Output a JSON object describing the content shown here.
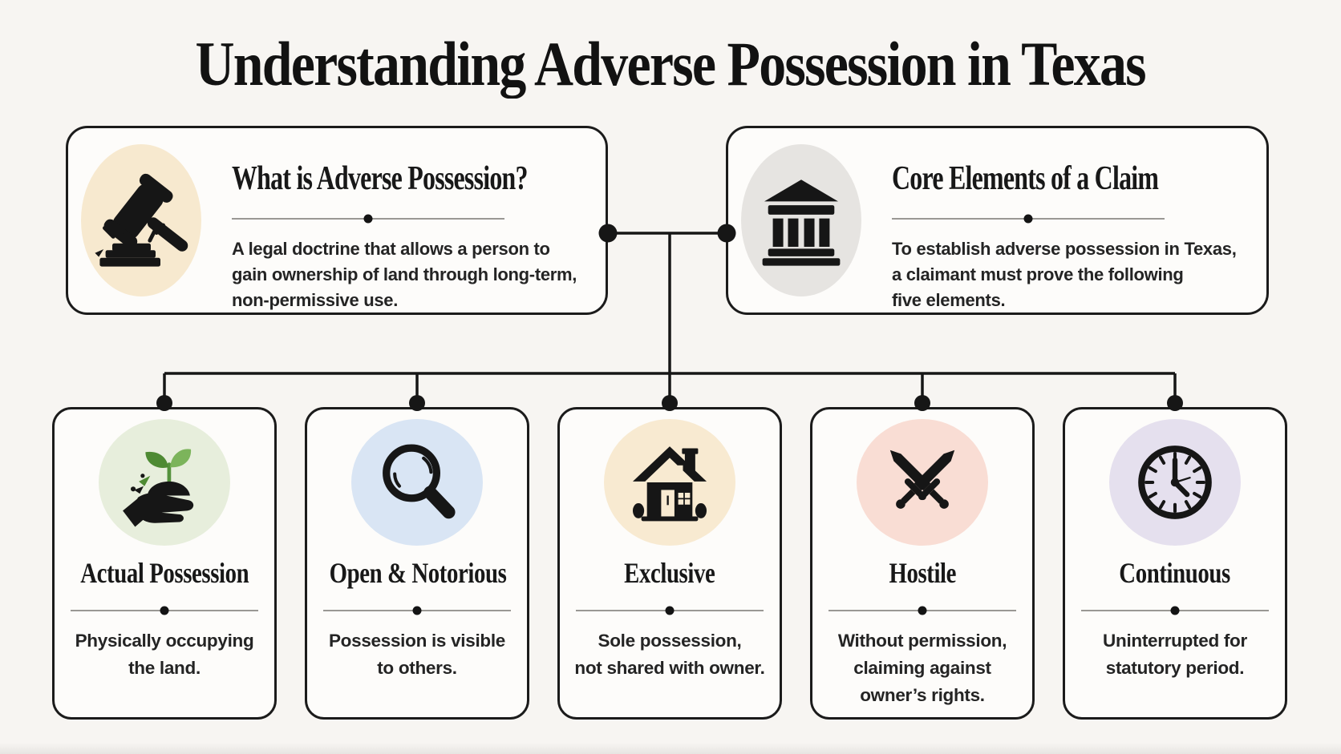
{
  "title": "Understanding Adverse Possession in Texas",
  "top_cards": [
    {
      "heading": "What is Adverse Possession?",
      "body_lines": [
        "A legal doctrine that allows a person to",
        "gain ownership of land through long-term,",
        "non-permissive use."
      ],
      "icon": "gavel-icon",
      "circle_color": "#f7e9cf"
    },
    {
      "heading": "Core Elements of a Claim",
      "body_lines": [
        "To establish adverse possession in Texas,",
        "a claimant must prove the following",
        "five elements."
      ],
      "icon": "courthouse-icon",
      "circle_color": "#e6e4e1"
    }
  ],
  "element_cards": [
    {
      "heading": "Actual Possession",
      "body_lines": [
        "Physically occupying",
        "the land."
      ],
      "icon": "hand-seedling-icon",
      "circle_color": "#e7eedc"
    },
    {
      "heading": "Open & Notorious",
      "body_lines": [
        "Possession is visible",
        "to others."
      ],
      "icon": "magnifying-glass-icon",
      "circle_color": "#d9e5f4"
    },
    {
      "heading": "Exclusive",
      "body_lines": [
        "Sole possession,",
        "not shared with owner."
      ],
      "icon": "house-icon",
      "circle_color": "#f8ead1"
    },
    {
      "heading": "Hostile",
      "body_lines": [
        "Without permission,",
        "claiming against",
        "owner’s rights."
      ],
      "icon": "crossed-swords-icon",
      "circle_color": "#f9ddd4"
    },
    {
      "heading": "Continuous",
      "body_lines": [
        "Uninterrupted for",
        "statutory period."
      ],
      "icon": "clock-icon",
      "circle_color": "#e5e0ee"
    }
  ],
  "icon_colors": {
    "ink": "#161616",
    "leaf_light": "#7cb45b",
    "leaf_dark": "#4e8a33",
    "stem": "#55923d",
    "door_cream": "#f8ead1"
  }
}
